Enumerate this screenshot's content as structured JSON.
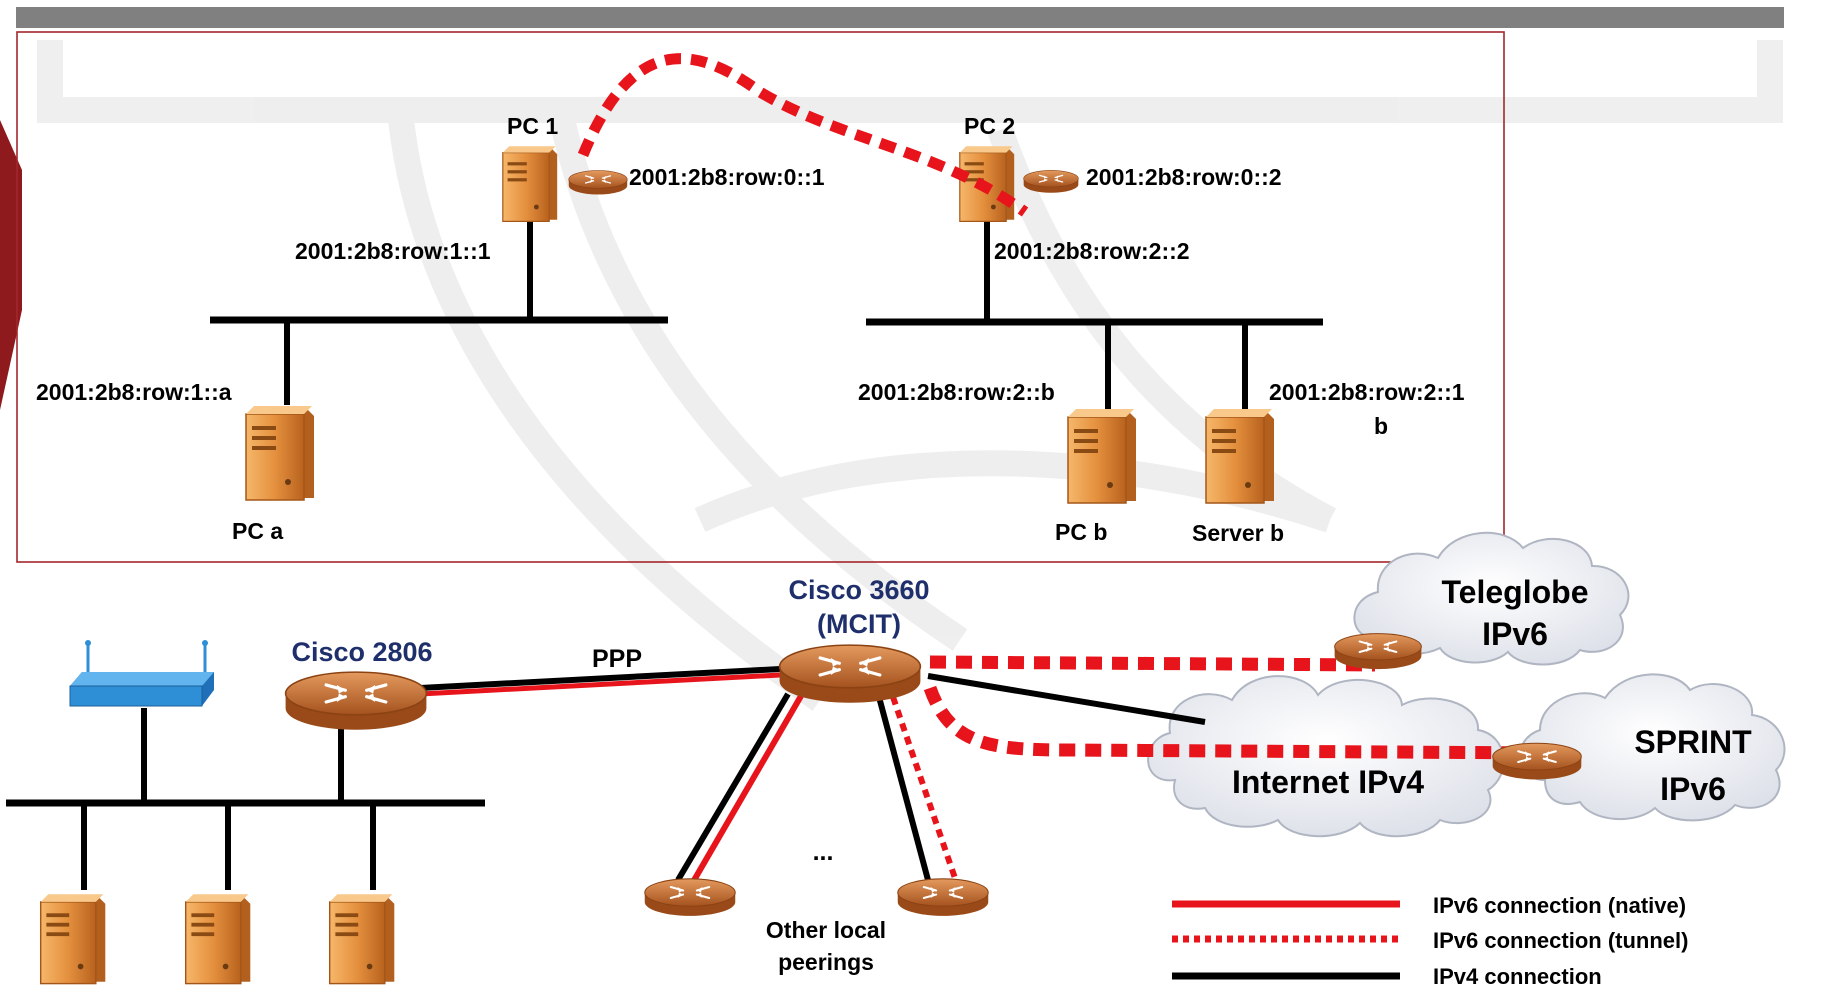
{
  "top_hosts": {
    "pc1": {
      "name": "PC 1",
      "tunnel_addr": "2001:2b8:row:0::1",
      "lan_addr": "2001:2b8:row:1::1"
    },
    "pc2": {
      "name": "PC 2",
      "tunnel_addr": "2001:2b8:row:0::2",
      "lan_addr": "2001:2b8:row:2::2"
    },
    "pca": {
      "name": "PC a",
      "addr": "2001:2b8:row:1::a"
    },
    "pcb": {
      "name": "PC b",
      "addr": "2001:2b8:row:2::b"
    },
    "serverb": {
      "name": "Server b",
      "addr_line1": "2001:2b8:row:2::1",
      "addr_line2": "b"
    }
  },
  "bottom": {
    "cisco2806": "Cisco 2806",
    "cisco3660_line1": "Cisco 3660",
    "cisco3660_line2": "(MCIT)",
    "ppp": "PPP",
    "ellipsis": "...",
    "other_peerings_line1": "Other local",
    "other_peerings_line2": "peerings"
  },
  "clouds": {
    "teleglobe_line1": "Teleglobe",
    "teleglobe_line2": "IPv6",
    "internet": "Internet IPv4",
    "sprint_line1": "SPRINT",
    "sprint_line2": "IPv6"
  },
  "legend": {
    "native": "IPv6 connection (native)",
    "tunnel": "IPv6 connection (tunnel)",
    "ipv4": "IPv4 connection"
  },
  "colors": {
    "ipv6": "#e8141c",
    "ipv4": "#000000",
    "router": "#c0682e",
    "server": "#e08a36",
    "frame": "#a3272b",
    "switch": "#2f8fd6",
    "header": "#808080"
  }
}
